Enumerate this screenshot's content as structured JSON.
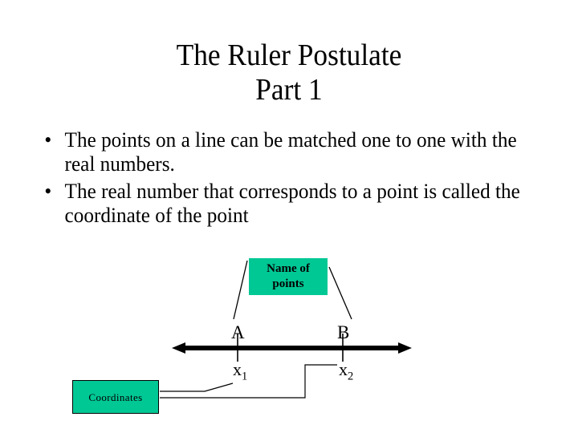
{
  "slide": {
    "title_lines": [
      "The Ruler Postulate",
      "Part 1"
    ],
    "bullet_marker": "•",
    "bullets": [
      "The points on a line can be matched one to one with the real numbers.",
      "The real number that corresponds to a point is called the coordinate of the point"
    ]
  },
  "diagram": {
    "name_box": {
      "line1": "Name of",
      "line2": "points",
      "fill_color": "#00c895"
    },
    "coordinates_box": {
      "label": "Coordinates",
      "fill_color": "#00c895",
      "border_color": "#000000"
    },
    "number_line": {
      "points": [
        {
          "name": "A",
          "coordinate": "x",
          "subscript": "1"
        },
        {
          "name": "B",
          "coordinate": "x",
          "subscript": "2"
        }
      ],
      "line_color": "#000000",
      "arrow_style": "double-headed"
    }
  }
}
